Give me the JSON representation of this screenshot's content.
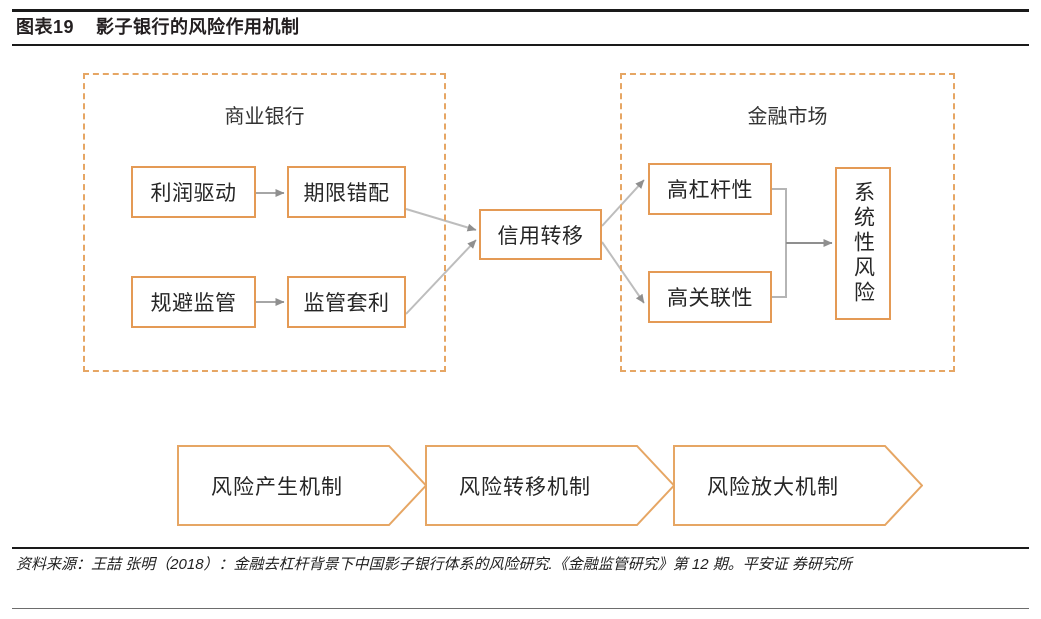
{
  "figure": {
    "number_label": "图表19",
    "title": "影子银行的风险作用机制",
    "full_title": "图表19    影子银行的风险作用机制"
  },
  "colors": {
    "node_border": "#e49a55",
    "group_border": "#e6a664",
    "connector": "#9a9a9a",
    "rule": "#1a1a1a",
    "text": "#262626"
  },
  "diagram": {
    "groups": [
      {
        "id": "commercial-bank",
        "title": "商业银行"
      },
      {
        "id": "financial-market",
        "title": "金融市场"
      }
    ],
    "nodes": {
      "profit_driven": "利润驱动",
      "maturity_mismatch": "期限错配",
      "regulatory_avoidance": "规避监管",
      "regulatory_arbitrage": "监管套利",
      "credit_transfer": "信用转移",
      "high_leverage": "高杠杆性",
      "high_correlation": "高关联性",
      "systemic_risk": "系统性风险"
    },
    "chevrons": [
      {
        "id": "risk-generation",
        "label": "风险产生机制"
      },
      {
        "id": "risk-transfer",
        "label": "风险转移机制"
      },
      {
        "id": "risk-amplification",
        "label": "风险放大机制"
      }
    ]
  },
  "source": {
    "line1": "资料来源：王喆 张明（2018）：金融去杠杆背景下中国影子银行体系的风险研究.《金融监管研究》第 12 期。平安证",
    "line2": "券研究所"
  }
}
